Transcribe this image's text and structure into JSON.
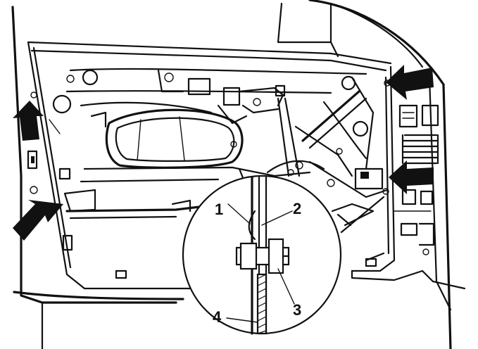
{
  "callouts": [
    {
      "id": "1",
      "label": "1"
    },
    {
      "id": "2",
      "label": "2"
    },
    {
      "id": "3",
      "label": "3"
    },
    {
      "id": "4",
      "label": "4"
    }
  ],
  "icons": {
    "arrow": "black-block-arrow-icon",
    "detail": "magnified-detail-circle"
  },
  "colors": {
    "ink": "#111111",
    "paper": "#ffffff"
  }
}
